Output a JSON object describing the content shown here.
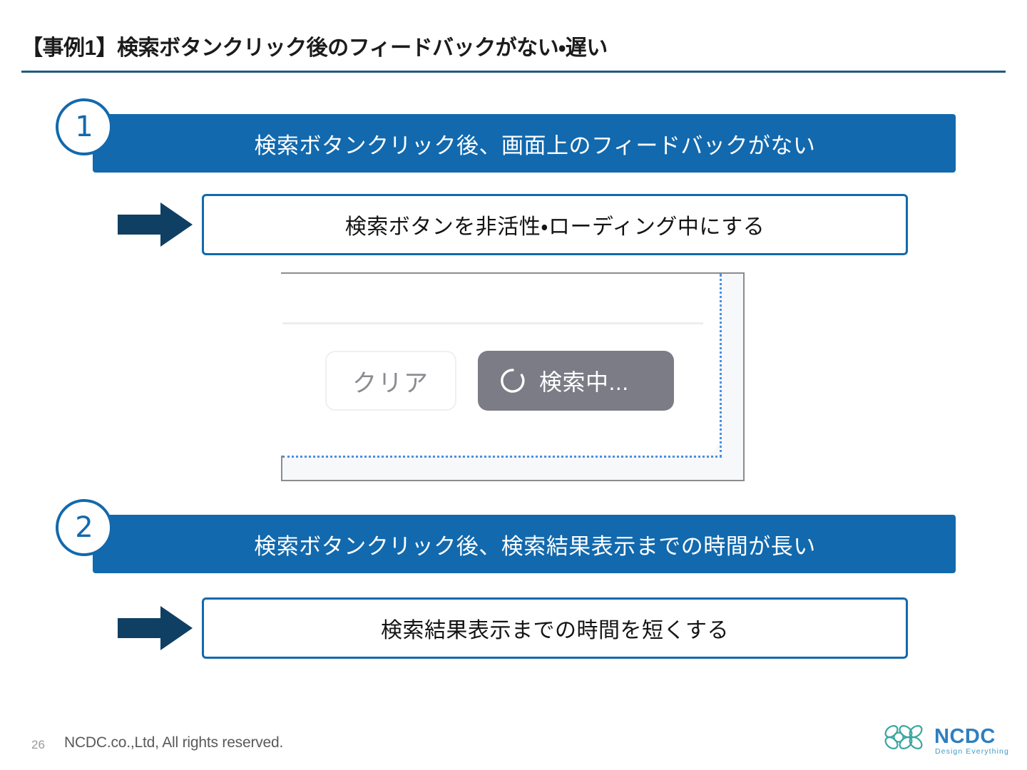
{
  "slide": {
    "title": "【事例1】検索ボタンクリック後のフィードバックがない・遅い",
    "accent_color": "#1269ad",
    "rule_color": "#1f5b80",
    "arrow_color": "#0f3f63"
  },
  "sections": [
    {
      "badge": "1",
      "problem": "検索ボタンクリック後、画面上のフィードバックがない",
      "solution": "検索ボタンを非活性・ローディング中にする"
    },
    {
      "badge": "2",
      "problem": "検索ボタンクリック後、検索結果表示までの時間が長い",
      "solution": "検索結果表示までの時間を短くする"
    }
  ],
  "mockup": {
    "clear_button_label": "クリア",
    "searching_button_label": "検索中...",
    "spinner_icon": "loading-spinner-icon",
    "searching_button_color": "#7c7c86",
    "selection_color": "#4a90e2"
  },
  "footer": {
    "page_number": "26",
    "copyright": "NCDC.co.,Ltd, All rights reserved.",
    "logo_name": "NCDC",
    "logo_tagline": "Design Everything",
    "logo_mark_color": "#3aa6a0",
    "logo_text_color": "#2d7fc1"
  }
}
